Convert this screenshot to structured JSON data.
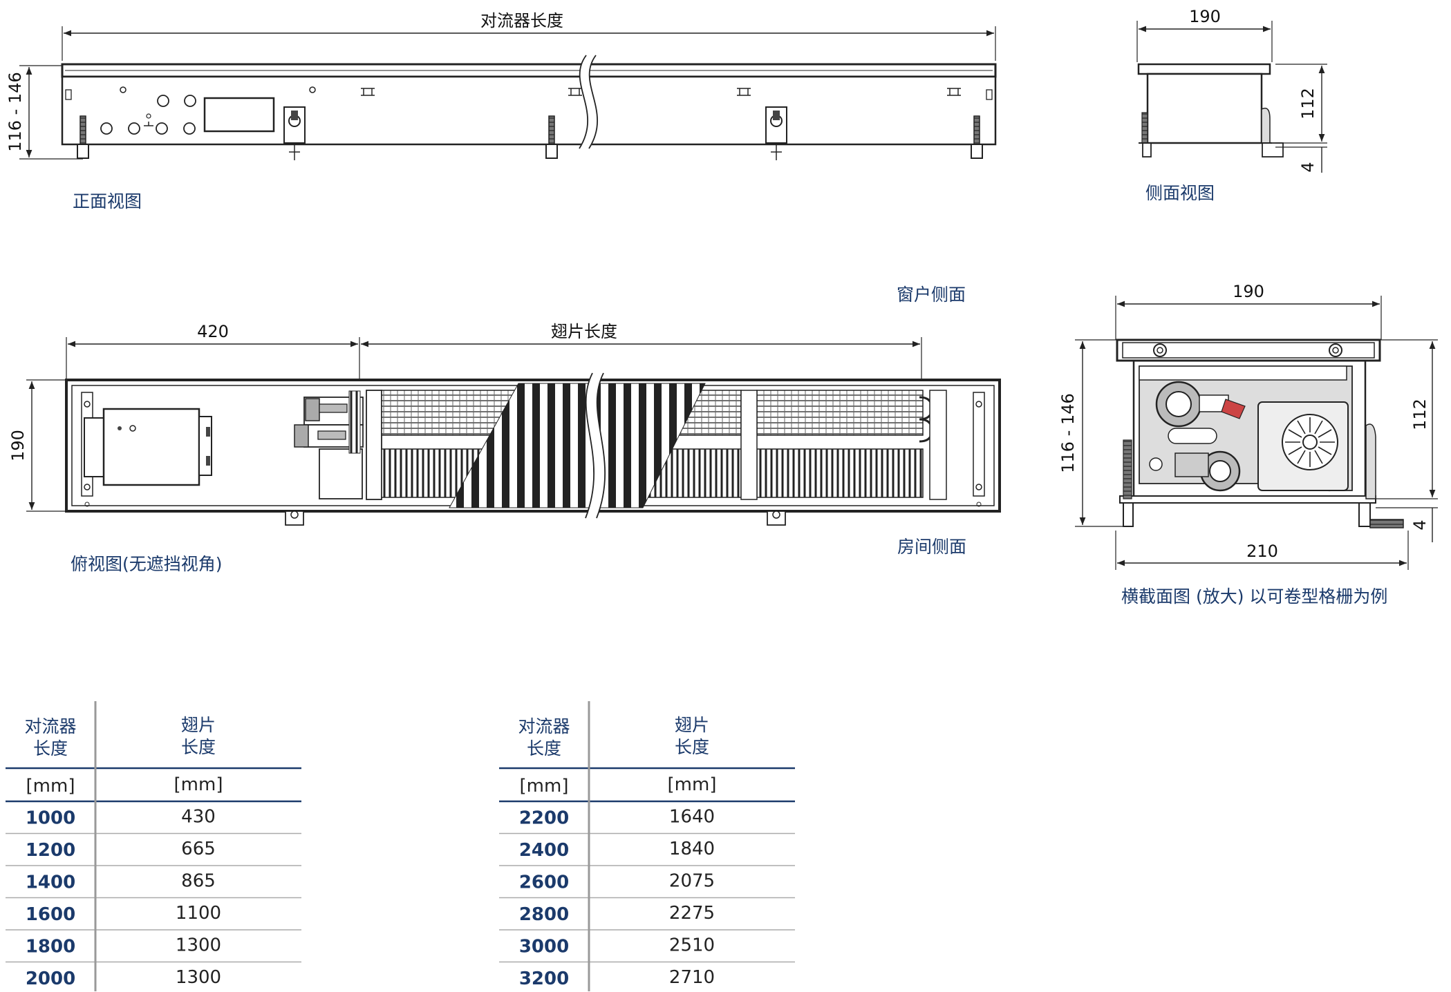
{
  "front_view": {
    "length_label": "对流器长度",
    "height_label": "116 - 146",
    "caption": "正面视图"
  },
  "side_view": {
    "width_label": "190",
    "height_label": "112",
    "foot_label": "4",
    "caption": "侧面视图"
  },
  "top_view": {
    "width_420": "420",
    "fin_length_label": "翅片长度",
    "depth_label": "190",
    "window_side": "窗户侧面",
    "room_side": "房间侧面",
    "caption": "俯视图(无遮挡视角)"
  },
  "cross_section": {
    "top_width": "190",
    "bottom_width": "210",
    "height_label": "116 - 146",
    "inner_height": "112",
    "foot_label": "4",
    "caption": "横截面图 (放大) 以可卷型格栅为例"
  },
  "tables": [
    {
      "col1_header": [
        "对流器",
        "长度"
      ],
      "col2_header": [
        "翅片",
        "长度"
      ],
      "unit1": "[mm]",
      "unit2": "[mm]",
      "rows": [
        [
          "1000",
          "430"
        ],
        [
          "1200",
          "665"
        ],
        [
          "1400",
          "865"
        ],
        [
          "1600",
          "1100"
        ],
        [
          "1800",
          "1300"
        ],
        [
          "2000",
          "1300"
        ]
      ]
    },
    {
      "col1_header": [
        "对流器",
        "长度"
      ],
      "col2_header": [
        "翅片",
        "长度"
      ],
      "unit1": "[mm]",
      "unit2": "[mm]",
      "rows": [
        [
          "2200",
          "1640"
        ],
        [
          "2400",
          "1840"
        ],
        [
          "2600",
          "2075"
        ],
        [
          "2800",
          "2275"
        ],
        [
          "3000",
          "2510"
        ],
        [
          "3200",
          "2710"
        ]
      ]
    }
  ]
}
